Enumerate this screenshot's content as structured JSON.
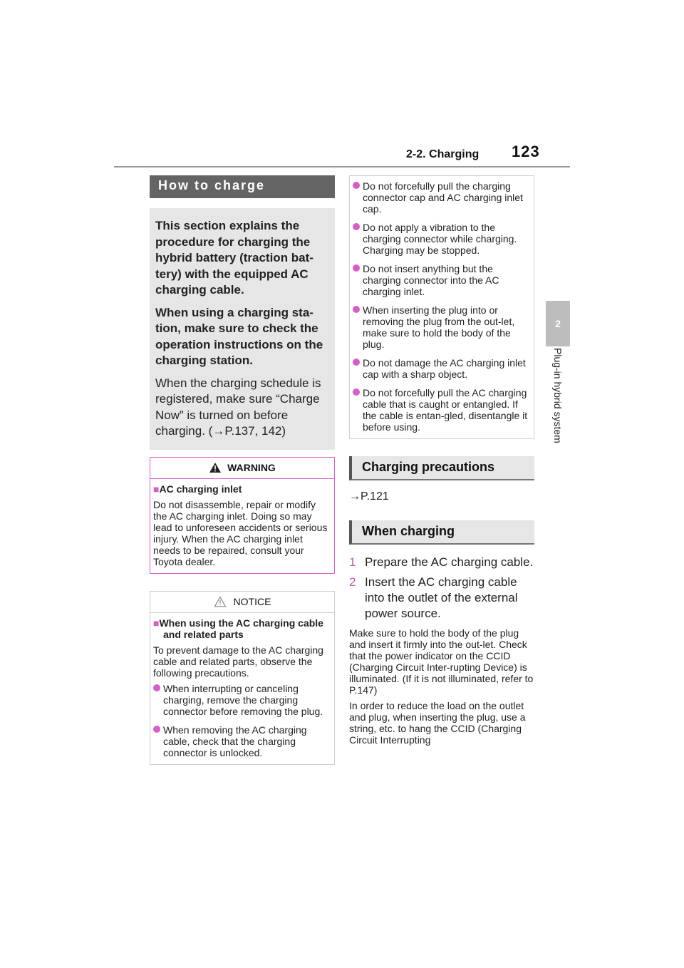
{
  "header": {
    "section": "2-2. Charging",
    "page": "123"
  },
  "side": {
    "chapter": "2",
    "label": "Plug-in hybrid system"
  },
  "left": {
    "section_title": "How to charge",
    "intro": {
      "p1": "This section explains the procedure for charging the hybrid battery (traction bat-tery) with the equipped AC charging cable.",
      "p2": "When using a charging sta-tion, make sure to check the operation instructions on the charging station.",
      "p3": "When the charging schedule is registered, make sure “Charge Now” is turned on before charging. (→P.137, 142)"
    },
    "warning": {
      "title": "WARNING",
      "subtitle": "AC charging inlet",
      "text": "Do not disassemble, repair or modify the AC charging inlet. Doing so may lead to unforeseen accidents or serious injury. When the AC charging inlet needs to be repaired, consult your Toyota dealer."
    },
    "notice": {
      "title": "NOTICE",
      "subtitle": "When using the AC charging cable and related parts",
      "text": "To prevent damage to the AC charging cable and related parts, observe the following precautions.",
      "bullets": [
        "When interrupting or canceling charging, remove the charging connector before removing the plug.",
        "When removing the AC charging cable, check that the charging connector is unlocked."
      ]
    }
  },
  "right": {
    "cont_bullets": [
      "Do not forcefully pull the charging connector cap and AC charging inlet cap.",
      "Do not apply a vibration to the charging connector while charging. Charging may be stopped.",
      "Do not insert anything but the charging connector into the AC charging inlet.",
      "When inserting the plug into or removing the plug from the out-let, make sure to hold the body of the plug.",
      "Do not damage the AC charging inlet cap with a sharp object.",
      "Do not forcefully pull the AC charging cable that is caught or entangled. If the cable is entan-gled, disentangle it before using."
    ],
    "precautions_title": "Charging precautions",
    "precautions_ref": "→P.121",
    "when_title": "When charging",
    "steps": [
      {
        "num": "1",
        "text": "Prepare the AC charging cable."
      },
      {
        "num": "2",
        "text": "Insert the AC charging cable into the outlet of the external power source."
      }
    ],
    "para1": "Make sure to hold the body of the plug and insert it firmly into the out-let. Check that the power indicator on the CCID (Charging Circuit Inter-rupting Device) is illuminated. (If it is not illuminated, refer to P.147)",
    "para2": "In order to reduce the load on the outlet and plug, when inserting the plug, use a string, etc. to hang the CCID (Charging Circuit Interrupting"
  }
}
